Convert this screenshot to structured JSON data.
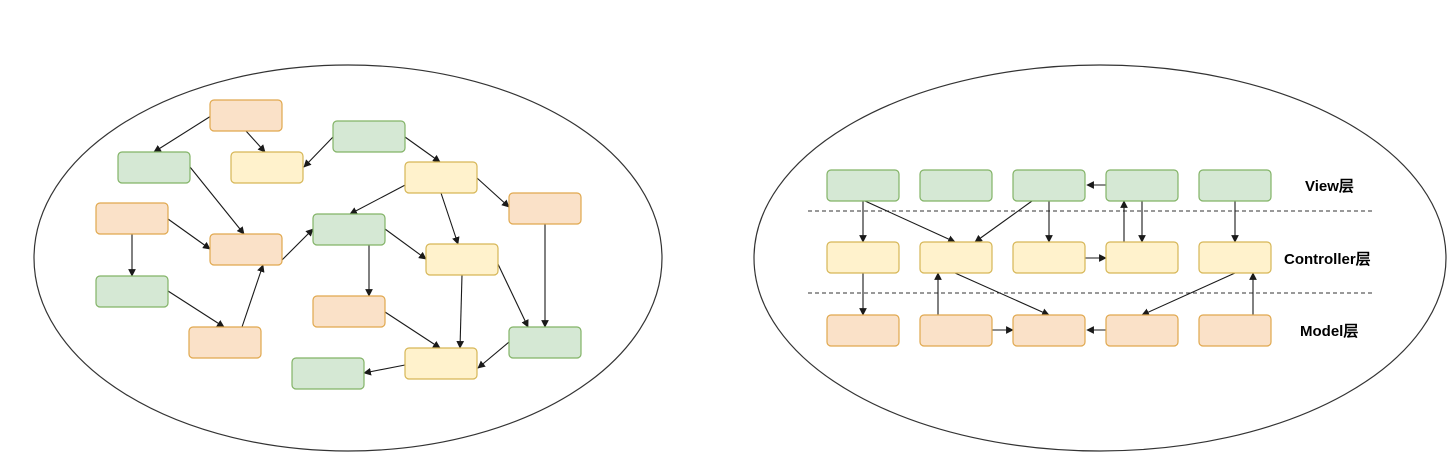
{
  "colors": {
    "green_fill": "#d5e8d4",
    "green_stroke": "#82b366",
    "yellow_fill": "#fff2cc",
    "yellow_stroke": "#d6b656",
    "orange_fill": "#fae1c8",
    "orange_stroke": "#e0a84e",
    "line": "#1a1a1a"
  },
  "layers": {
    "view": "View层",
    "controller": "Controller层",
    "model": "Model层"
  }
}
